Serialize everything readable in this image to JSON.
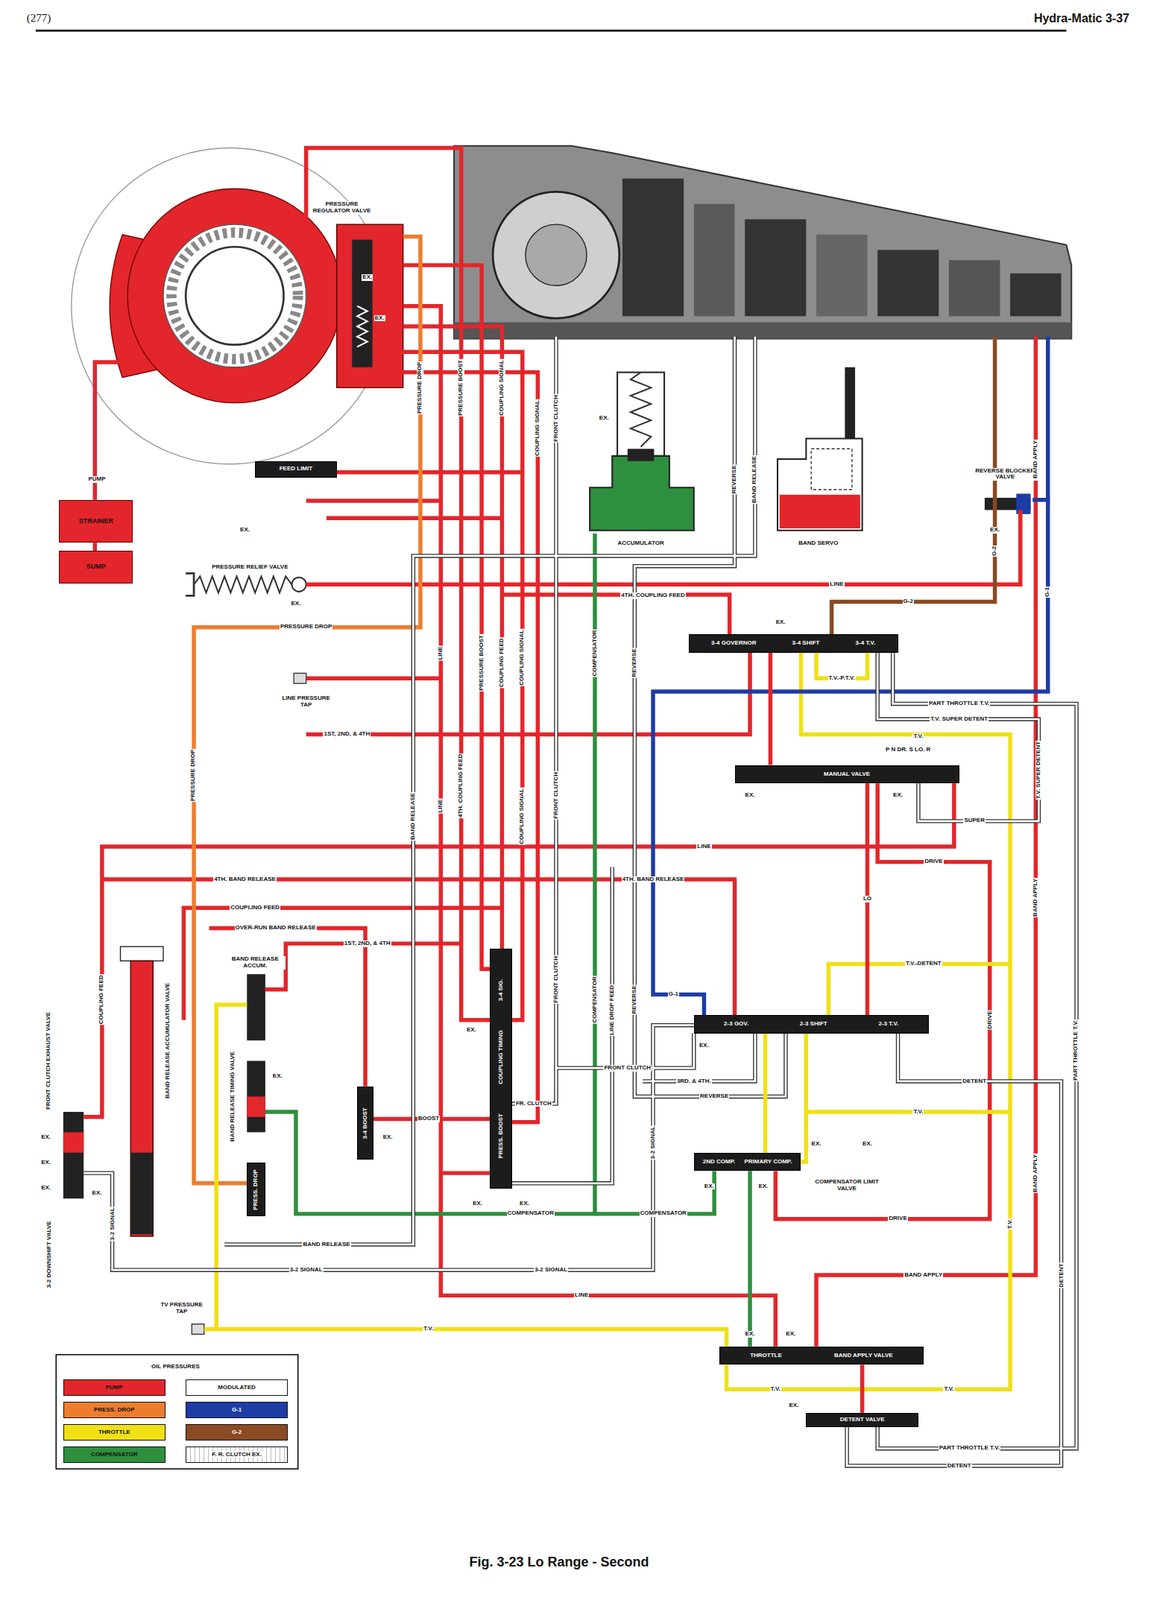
{
  "diagram": {
    "caption": "Fig. 3-23 Lo Range - Second",
    "nodes": [
      {
        "text": [
          "STRAINER"
        ]
      },
      {
        "text": [
          "SUMP"
        ]
      },
      {
        "text": [
          "FEED LIMIT"
        ]
      },
      {
        "text": [
          "ACCUMULATOR"
        ]
      },
      {
        "text": [
          "BAND SERVO"
        ]
      },
      {
        "text": [
          "REVERSE BLOCKER VALVE"
        ]
      },
      {
        "text": [
          "3-4 GOVERNOR",
          "3-4 SHIFT",
          "3-4 T.V."
        ]
      },
      {
        "text": [
          "MANUAL VALVE"
        ]
      },
      {
        "text": [
          "2-3 GOV.",
          "2-3 SHIFT",
          "2-3 T.V."
        ]
      },
      {
        "text": [
          "2ND COMP.",
          "PRIMARY COMP."
        ]
      },
      {
        "text": [
          "THROTTLE",
          "BAND APPLY VALVE"
        ]
      },
      {
        "text": [
          "DETENT VALVE"
        ]
      },
      {
        "text": [
          "3-4 SIG.",
          "COUPLING TIMING",
          "PRESS. BOOST"
        ]
      },
      {
        "text": [
          "BAND RELEASE ACCUM."
        ]
      },
      {
        "text": [
          "BAND RELEASE TIMING VALVE"
        ]
      },
      {
        "text": [
          "3-4 BOOST"
        ]
      },
      {
        "text": [
          "PRESS. DROP"
        ]
      },
      {
        "text": [
          "FRONT CLUTCH EXHAUST VALVE"
        ]
      },
      {
        "text": [
          "3-2 DOWNSHIFT VALVE"
        ]
      },
      {
        "text": [
          "BAND RELEASE ACCUMULATOR VALVE"
        ]
      }
    ],
    "edges": [
      {
        "from": 0,
        "to": 1,
        "arrow": "none"
      },
      {
        "from": 7,
        "to": 8,
        "arrow": "none",
        "label": "LO"
      },
      {
        "from": 10,
        "to": 11,
        "arrow": "none"
      },
      {
        "from": 8,
        "to": 9,
        "arrow": "none"
      },
      {
        "from": 9,
        "to": 10,
        "arrow": "none"
      },
      {
        "from": 6,
        "to": 7,
        "arrow": "none"
      }
    ],
    "labels": [
      "(277)",
      "Hydra-Matic 3-37",
      "PRESSURE REGULATOR VALVE",
      "EX.",
      "EX.",
      "PUMP",
      "EX.",
      "PRESSURE RELIEF VALVE",
      "EX.",
      "LINE PRESSURE TAP",
      "PRESSURE DROP",
      "PRESSURE BOOST",
      "PRESSURE BOOST",
      "COUPLING SIGNAL",
      "COUPLING SIGNAL",
      "COUPLING SIGNAL",
      "FRONT CLUTCH",
      "LINE",
      "COUPLING FEED",
      "4TH. COUPLING FEED",
      "LINE",
      "BAND RELEASE",
      "COUPLING SIGNAL",
      "FRONT CLUTCH",
      "COMPENSATOR",
      "REVERSE",
      "COMPENSATOR",
      "LINE DROP FEED",
      "REVERSE",
      "FRONT CLUTCH",
      "REVERSE",
      "BAND RELEASE",
      "LINE",
      "4TH. COUPLING FEED",
      "G-2",
      "G-2",
      "G-1",
      "BAND APPLY",
      "EX.",
      "T.V.-P.T.V.",
      "PART THROTTLE T.V.",
      "T.V. SUPER DETENT",
      "T.V.",
      "1ST, 2ND, & 4TH",
      "P N DR. S LO. R",
      "EX.",
      "EX.",
      "SUPER",
      "DRIVE",
      "LINE",
      "4TH. BAND RELEASE",
      "T.V. SUPER DETENT",
      "BAND APPLY",
      "DRIVE",
      "PART THROTTLE T.V.",
      "4TH. BAND RELEASE",
      "COUPLING FEED",
      "OVER-RUN BAND RELEASE",
      "1ST, 2ND, & 4TH",
      "COUPLING FEED",
      "PRESSURE DROP",
      "PRESSURE DROP",
      "T.V.-DETENT",
      "G-1",
      "EX.",
      "FRONT CLUTCH",
      "3RD. & 4TH.",
      "REVERSE",
      "DETENT",
      "T.V.",
      "FR. CLUTCH",
      "BOOST",
      "EX.",
      "EX.",
      "EX.",
      "3-2 SIGNAL",
      "EX.",
      "EX.",
      "COMPENSATOR LIMIT VALVE",
      "EX.",
      "EX.",
      "COMPENSATOR",
      "DRIVE",
      "COMPENSATOR",
      "BAND RELEASE",
      "3-2 SIGNAL",
      "3-2 SIGNAL",
      "BAND APPLY",
      "BAND APPLY",
      "T.V.",
      "DETENT",
      "LINE",
      "T.V.",
      "TV PRESSURE TAP",
      "EX.",
      "EX.",
      "T.V.",
      "T.V.",
      "EX.",
      "PART THROTTLE T.V.",
      "DETENT",
      "3-2 SIGNAL",
      "EX.",
      "EX.",
      "EX.",
      "EX.",
      "OIL PRESSURES",
      "EX.",
      "EX.",
      "EX.",
      "EX."
    ],
    "legend": [
      {
        "text": "PUMP",
        "color": "#e3262b"
      },
      {
        "text": "PRESS. DROP",
        "color": "#ee7d2e"
      },
      {
        "text": "THROTTLE",
        "color": "#f0e016"
      },
      {
        "text": "COMPENSATOR",
        "color": "#2e8f3e"
      },
      {
        "text": "MODULATED",
        "color": "#ffffff"
      },
      {
        "text": "G-1",
        "color": "#1e3ca6"
      },
      {
        "text": "G-2",
        "color": "#8a4a22"
      },
      {
        "text": "F. R. CLUTCH EX."
      }
    ]
  }
}
